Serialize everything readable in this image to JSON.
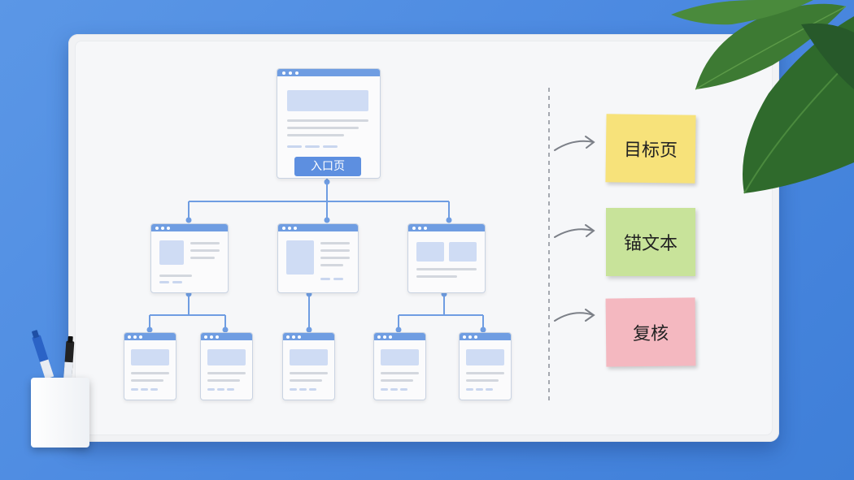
{
  "diagram": {
    "entry_label": "入口页",
    "notes": [
      {
        "label": "目标页",
        "color": "#f7e27a"
      },
      {
        "label": "锚文本",
        "color": "#c8e39a"
      },
      {
        "label": "复核",
        "color": "#f4b8c0"
      }
    ],
    "colors": {
      "background": "#4a88e0",
      "window_header": "#6f9de2",
      "connector": "#6f9de2",
      "button": "#5d8fe0"
    }
  }
}
